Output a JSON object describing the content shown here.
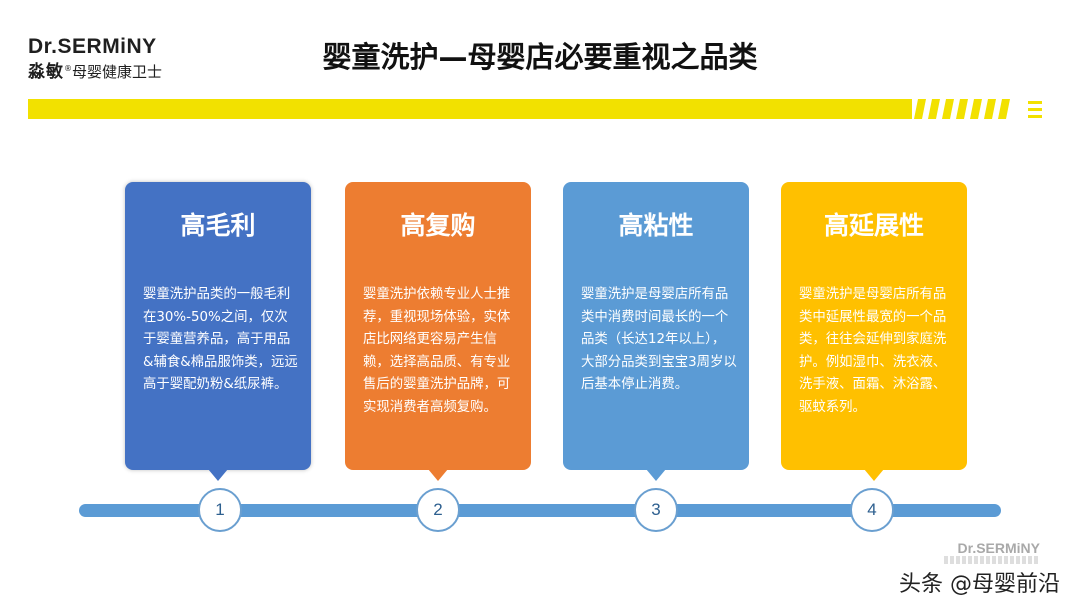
{
  "logo": {
    "en": "Dr.SERMiNY",
    "brand": "淼敏",
    "reg": "®",
    "tagline": "母婴健康卫士"
  },
  "title": "婴童洗护—母婴店必要重视之品类",
  "colors": {
    "accent_yellow": "#f2e100",
    "card1": "#4472c4",
    "card2": "#ed7d31",
    "card3": "#5b9bd5",
    "card4": "#ffc000",
    "timeline": "#5b9bd5"
  },
  "cards": [
    {
      "title": "高毛利",
      "text": "婴童洗护品类的一般毛利在30%-50%之间，仅次于婴童营养品，高于用品&辅食&棉品服饰类，远远高于婴配奶粉&纸尿裤。"
    },
    {
      "title": "高复购",
      "text": "婴童洗护依赖专业人士推荐，重视现场体验，实体店比网络更容易产生信赖，选择高品质、有专业售后的婴童洗护品牌，可实现消费者高频复购。"
    },
    {
      "title": "高粘性",
      "text": "婴童洗护是母婴店所有品类中消费时间最长的一个品类（长达12年以上），大部分品类到宝宝3周岁以后基本停止消费。"
    },
    {
      "title": "高延展性",
      "text": "婴童洗护是母婴店所有品类中延展性最宽的一个品类，往往会延伸到家庭洗护。例如湿巾、洗衣液、洗手液、面霜、沐浴露、驱蚊系列。"
    }
  ],
  "timeline": {
    "nodes": [
      "1",
      "2",
      "3",
      "4"
    ]
  },
  "watermark": {
    "logo": "Dr.SERMiNY",
    "account": "头条 @母婴前沿"
  }
}
